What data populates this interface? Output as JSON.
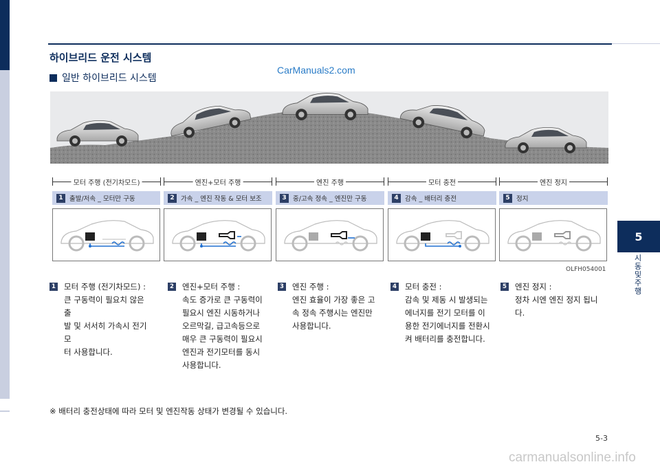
{
  "section_title": "하이브리드 운전 시스템",
  "subsection_title": "일반 하이브리드 시스템",
  "watermark_top": "CarManuals2.com",
  "phases": [
    {
      "label": "모터 주행 (전기차모드)"
    },
    {
      "label": "엔진+모터 주행"
    },
    {
      "label": "엔진 주행"
    },
    {
      "label": "모터 충전"
    },
    {
      "label": "엔진 정지"
    }
  ],
  "modes": [
    {
      "num": "1",
      "label": "출발/저속 _ 모터만 구동"
    },
    {
      "num": "2",
      "label": "가속 _ 엔진 작동 & 모터 보조"
    },
    {
      "num": "3",
      "label": "중/고속 정속 _ 엔진만 구동"
    },
    {
      "num": "4",
      "label": "감속 _ 배터리 충전"
    },
    {
      "num": "5",
      "label": "정지"
    }
  ],
  "figure_code": "OLFH054001",
  "descriptions": [
    {
      "num": "1",
      "title": "모터 주행 (전기차모드) :",
      "body": [
        "큰 구동력이 필요치 않은 출",
        "발 및 서서히 가속시 전기모",
        "터 사용합니다."
      ]
    },
    {
      "num": "2",
      "title": "엔진+모터 주행 :",
      "body": [
        "속도 증가로 큰 구동력이",
        "필요시 엔진 시동하거나",
        "오르막길, 급고속등으로",
        "매우 큰 구동력이 필요시",
        "엔진과 전기모터를 동시",
        "사용합니다."
      ]
    },
    {
      "num": "3",
      "title": "엔진 주행 :",
      "body": [
        "엔진 효율이 가장 좋은 고",
        "속 정속 주행시는 엔진만",
        "사용합니다."
      ]
    },
    {
      "num": "4",
      "title": "모터 충전 :",
      "body": [
        "감속 및 제동 시 발생되는",
        "에너지를 전기 모터를 이",
        "용한 전기에너지를 전환시",
        "켜 배터리를 충전합니다."
      ]
    },
    {
      "num": "5",
      "title": "엔진 정지 :",
      "body": [
        "정차 시엔 엔진 정지 됩니",
        "다."
      ]
    }
  ],
  "note": "※ 배터리 충전상태에 따라 모터 및 엔진작동 상태가 변경될 수 있습니다.",
  "chapter": {
    "number": "5",
    "label": "시동 및 주행"
  },
  "page_number": "5-3",
  "watermark_bottom": "carmanualsonline.info",
  "colors": {
    "navy": "#0d2d5c",
    "mode_bar": "#c9d2ea",
    "badge": "#2d3f66",
    "flow_blue": "#1f6fd1"
  }
}
